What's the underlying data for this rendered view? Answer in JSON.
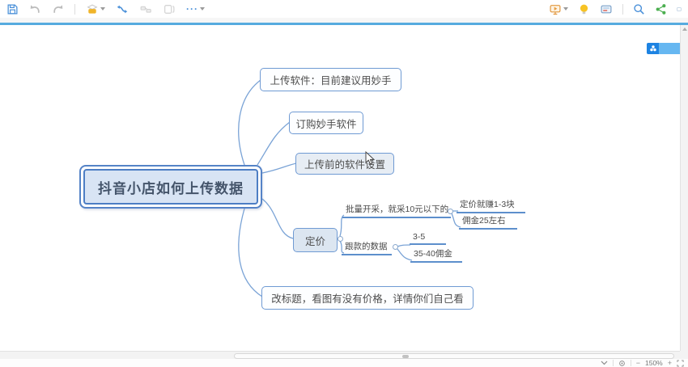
{
  "toolbar": {
    "left_icons": [
      "save-icon",
      "undo-icon",
      "redo-icon",
      "format-painter-icon",
      "relationship-icon",
      "boundary-icon",
      "summary-icon",
      "more-icon"
    ],
    "more_label": "···",
    "right_icons": [
      "presentation-icon",
      "lightbulb-icon",
      "note-card-icon",
      "search-icon",
      "share-icon",
      "clipped-icon"
    ]
  },
  "collab_badge": {
    "icon": "clover-share-icon",
    "label": ""
  },
  "mindmap": {
    "root": "抖音小店如何上传数据",
    "branches": [
      {
        "label": "上传软件：目前建议用妙手"
      },
      {
        "label": "订购妙手软件"
      },
      {
        "label": "上传前的软件设置"
      },
      {
        "label": "定价",
        "children": [
          {
            "label": "批量开采，就采10元以下的",
            "children": [
              {
                "label": "定价就赚1-3块"
              },
              {
                "label": "佣金25左右"
              }
            ]
          },
          {
            "label": "跟款的数据",
            "children": [
              {
                "label": "3-5"
              },
              {
                "label": "35-40佣金"
              }
            ]
          }
        ]
      },
      {
        "label": "改标题，看图有没有价格，详情你们自己看"
      }
    ]
  },
  "statusbar": {
    "zoom_level": "150%"
  },
  "colors": {
    "accent_line": "#56abdf",
    "connector": "#7aa3d6",
    "node_border": "#6f9ad3",
    "root_fill": "#d8e4f4",
    "root_border": "#4d7ec4",
    "root_text": "#44546a",
    "badge_blue": "#1d83e2"
  }
}
